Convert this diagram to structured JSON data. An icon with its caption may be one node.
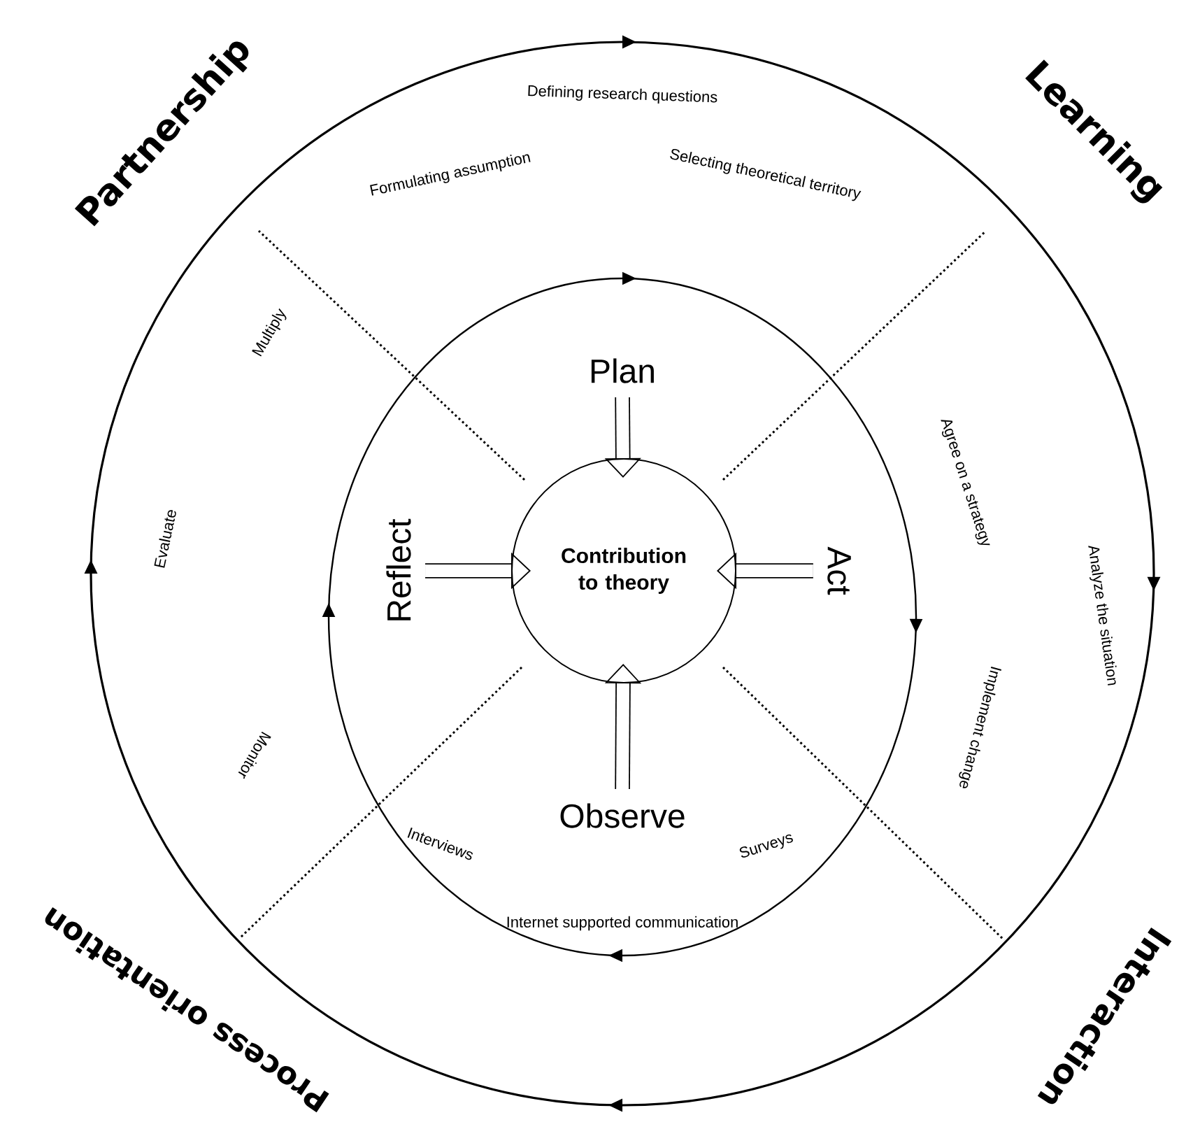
{
  "diagram": {
    "nodes": [
      {
        "text": [
          "Contribution to theory"
        ]
      },
      {
        "text": [
          "Plan"
        ]
      },
      {
        "text": [
          "Act"
        ]
      },
      {
        "text": [
          "Observe"
        ]
      },
      {
        "text": [
          "Reflect"
        ]
      }
    ],
    "edges": [
      {
        "from": 1,
        "to": 0,
        "arrow": "to"
      },
      {
        "from": 2,
        "to": 0,
        "arrow": "to"
      },
      {
        "from": 3,
        "to": 0,
        "arrow": "to"
      },
      {
        "from": 4,
        "to": 0,
        "arrow": "to"
      }
    ],
    "labels": [
      "Partnership",
      "Learning",
      "Defining research questions",
      "Formulating assumption",
      "Selecting theoretical territory",
      "Multiply",
      "Agree on a strategy",
      "Evaluate",
      "Analyze the situation",
      "Monitor",
      "Implement change",
      "Interviews",
      "Surveys",
      "Internet supported communication",
      "Process orientation",
      "Interaction"
    ]
  }
}
